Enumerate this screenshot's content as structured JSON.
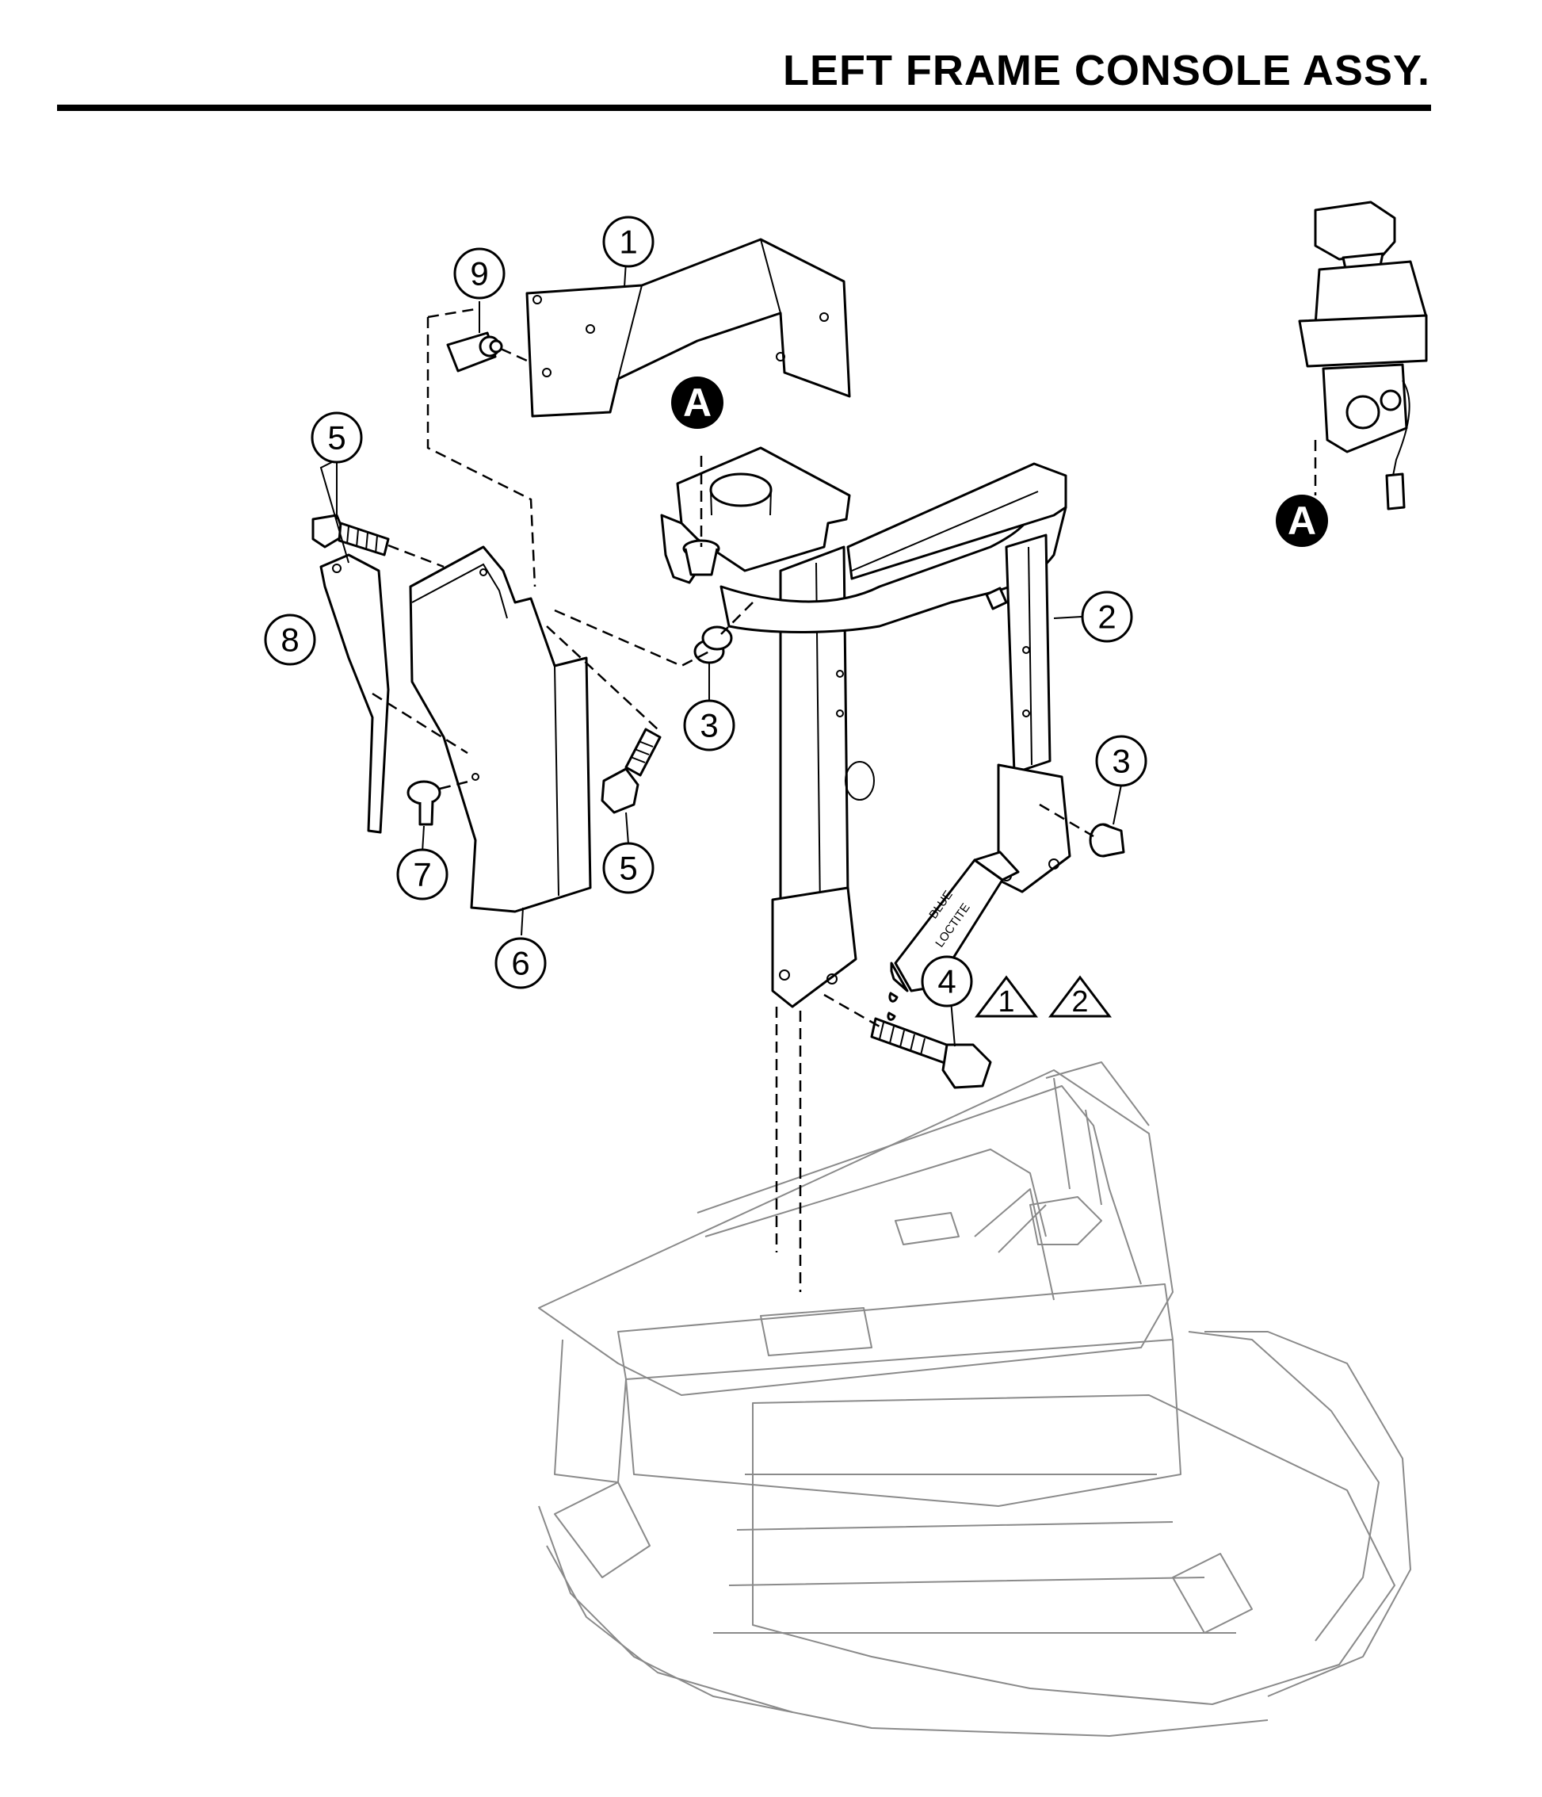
{
  "header": {
    "title": "LEFT FRAME CONSOLE ASSY."
  },
  "callouts": [
    {
      "id": "c1",
      "label": "1"
    },
    {
      "id": "c2",
      "label": "2"
    },
    {
      "id": "c3a",
      "label": "3"
    },
    {
      "id": "c3b",
      "label": "3"
    },
    {
      "id": "c4",
      "label": "4"
    },
    {
      "id": "c5a",
      "label": "5"
    },
    {
      "id": "c5b",
      "label": "5"
    },
    {
      "id": "c6",
      "label": "6"
    },
    {
      "id": "c7",
      "label": "7"
    },
    {
      "id": "c8",
      "label": "8"
    },
    {
      "id": "c9",
      "label": "9"
    }
  ],
  "references": [
    {
      "id": "ra",
      "label": "A"
    },
    {
      "id": "rb",
      "label": "A"
    }
  ],
  "notes": [
    {
      "id": "n1",
      "label": "1"
    },
    {
      "id": "n2",
      "label": "2"
    }
  ],
  "loctite_label": {
    "line1": "BLUE",
    "line2": "LOCTITE"
  },
  "colors": {
    "ink": "#000000",
    "frame_ghost": "#8a8a8a",
    "background": "#ffffff"
  }
}
